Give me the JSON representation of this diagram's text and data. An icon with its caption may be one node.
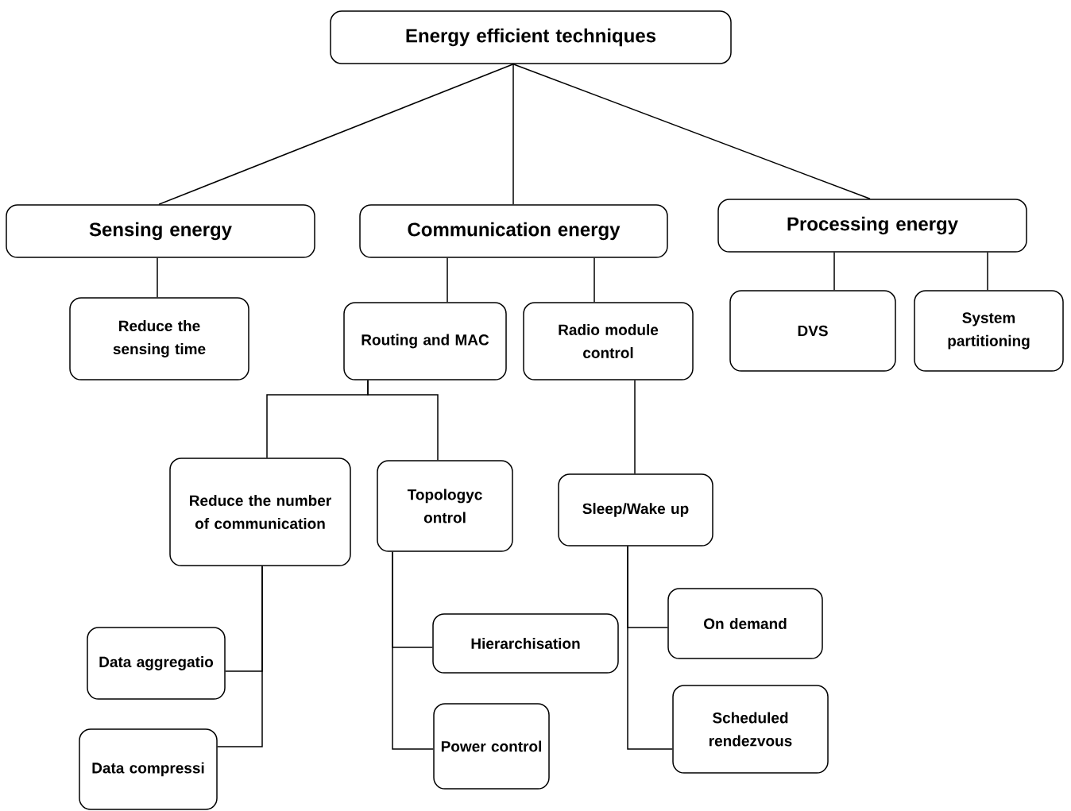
{
  "diagram": {
    "nodes": [
      {
        "text": [
          "Energy efficient techniques"
        ]
      },
      {
        "text": [
          "Sensing energy"
        ]
      },
      {
        "text": [
          "Communication energy"
        ]
      },
      {
        "text": [
          "Processing energy"
        ]
      },
      {
        "text": [
          "Reduce the sensing time"
        ]
      },
      {
        "text": [
          "Routing and MAC"
        ]
      },
      {
        "text": [
          "Radio module control"
        ]
      },
      {
        "text": [
          "DVS"
        ]
      },
      {
        "text": [
          "System partitioning"
        ]
      },
      {
        "text": [
          "Reduce the number of communication"
        ]
      },
      {
        "text": [
          "Topologyc ontrol"
        ]
      },
      {
        "text": [
          "Sleep/Wake up"
        ]
      },
      {
        "text": [
          "Hierarchisation"
        ]
      },
      {
        "text": [
          "Power control"
        ]
      },
      {
        "text": [
          "On demand"
        ]
      },
      {
        "text": [
          "Scheduled rendezvous"
        ]
      },
      {
        "text": [
          "Data aggregatio"
        ]
      },
      {
        "text": [
          "Data compressi"
        ]
      }
    ],
    "edges": [
      {
        "from": 0,
        "to": 1,
        "arrow": "none"
      },
      {
        "from": 0,
        "to": 2,
        "arrow": "none"
      },
      {
        "from": 0,
        "to": 3,
        "arrow": "none"
      },
      {
        "from": 1,
        "to": 4,
        "arrow": "none"
      },
      {
        "from": 2,
        "to": 5,
        "arrow": "none"
      },
      {
        "from": 2,
        "to": 6,
        "arrow": "none"
      },
      {
        "from": 3,
        "to": 7,
        "arrow": "none"
      },
      {
        "from": 3,
        "to": 8,
        "arrow": "none"
      },
      {
        "from": 5,
        "to": 9,
        "arrow": "none"
      },
      {
        "from": 5,
        "to": 10,
        "arrow": "none"
      },
      {
        "from": 6,
        "to": 11,
        "arrow": "none"
      },
      {
        "from": 10,
        "to": 12,
        "arrow": "none"
      },
      {
        "from": 10,
        "to": 13,
        "arrow": "none"
      },
      {
        "from": 11,
        "to": 14,
        "arrow": "none"
      },
      {
        "from": 11,
        "to": 15,
        "arrow": "none"
      },
      {
        "from": 9,
        "to": 16,
        "arrow": "none"
      },
      {
        "from": 9,
        "to": 17,
        "arrow": "none"
      }
    ]
  }
}
